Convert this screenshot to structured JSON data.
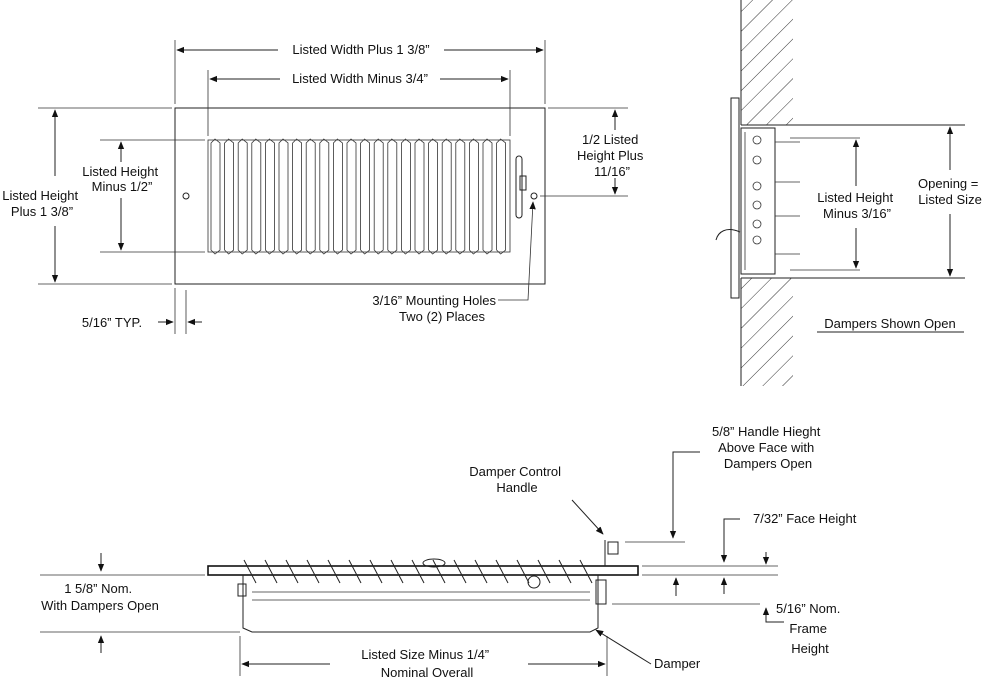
{
  "front_view": {
    "overall_width": "Listed Width Plus 1 3/8”",
    "inner_width": "Listed Width Minus 3/4”",
    "overall_height": [
      "Listed Height",
      "Plus 1 3/8”"
    ],
    "inner_height": [
      "Listed Height",
      "Minus 1/2”"
    ],
    "half_height": [
      "1/2 Listed",
      "Height Plus",
      "11/16”"
    ],
    "hole_offset": "5/16” TYP.",
    "mounting_holes": [
      "3/16” Mounting Holes",
      "Two (2) Places"
    ]
  },
  "side_view": {
    "inner_height": [
      "Listed Height",
      "Minus 3/16”"
    ],
    "opening": [
      "Opening =",
      "Listed Size"
    ],
    "caption": "Dampers Shown Open"
  },
  "bottom_view": {
    "handle_height": [
      "5/8” Handle Hieght",
      "Above Face with",
      "Dampers Open"
    ],
    "damper_handle": [
      "Damper Control",
      "Handle"
    ],
    "face_height": "7/32” Face Height",
    "nominal_depth": [
      "1 5/8” Nom.",
      "With Dampers Open"
    ],
    "frame_height": [
      "5/16” Nom.",
      "Frame",
      "Height"
    ],
    "overall_size": [
      "Listed Size Minus 1/4”",
      "Nominal Overall"
    ],
    "damper": "Damper"
  }
}
